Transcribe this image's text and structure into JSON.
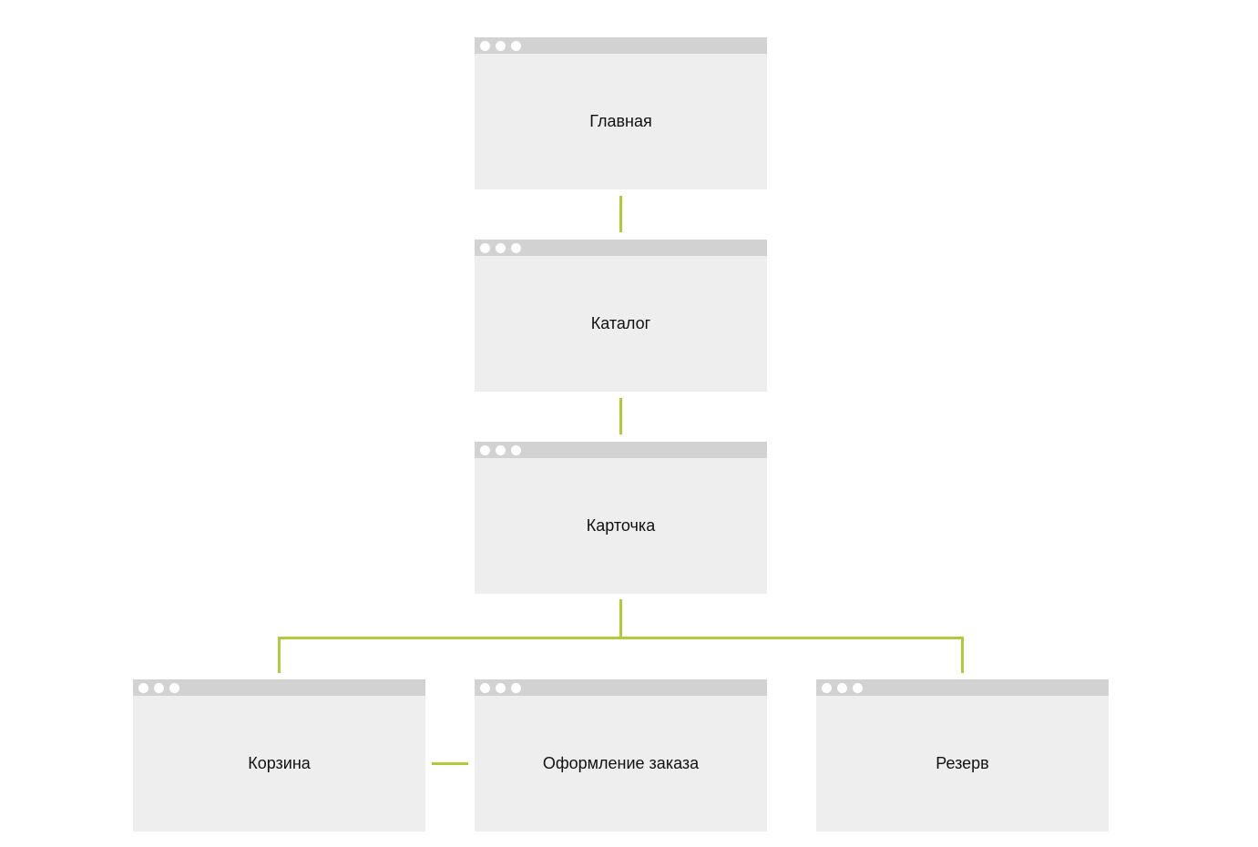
{
  "diagram": {
    "line_color": "#b5c83a",
    "nodes": [
      {
        "label": "Главная"
      },
      {
        "label": "Каталог"
      },
      {
        "label": "Карточка"
      },
      {
        "label": "Корзина"
      },
      {
        "label": "Оформление заказа"
      },
      {
        "label": "Резерв"
      }
    ]
  }
}
